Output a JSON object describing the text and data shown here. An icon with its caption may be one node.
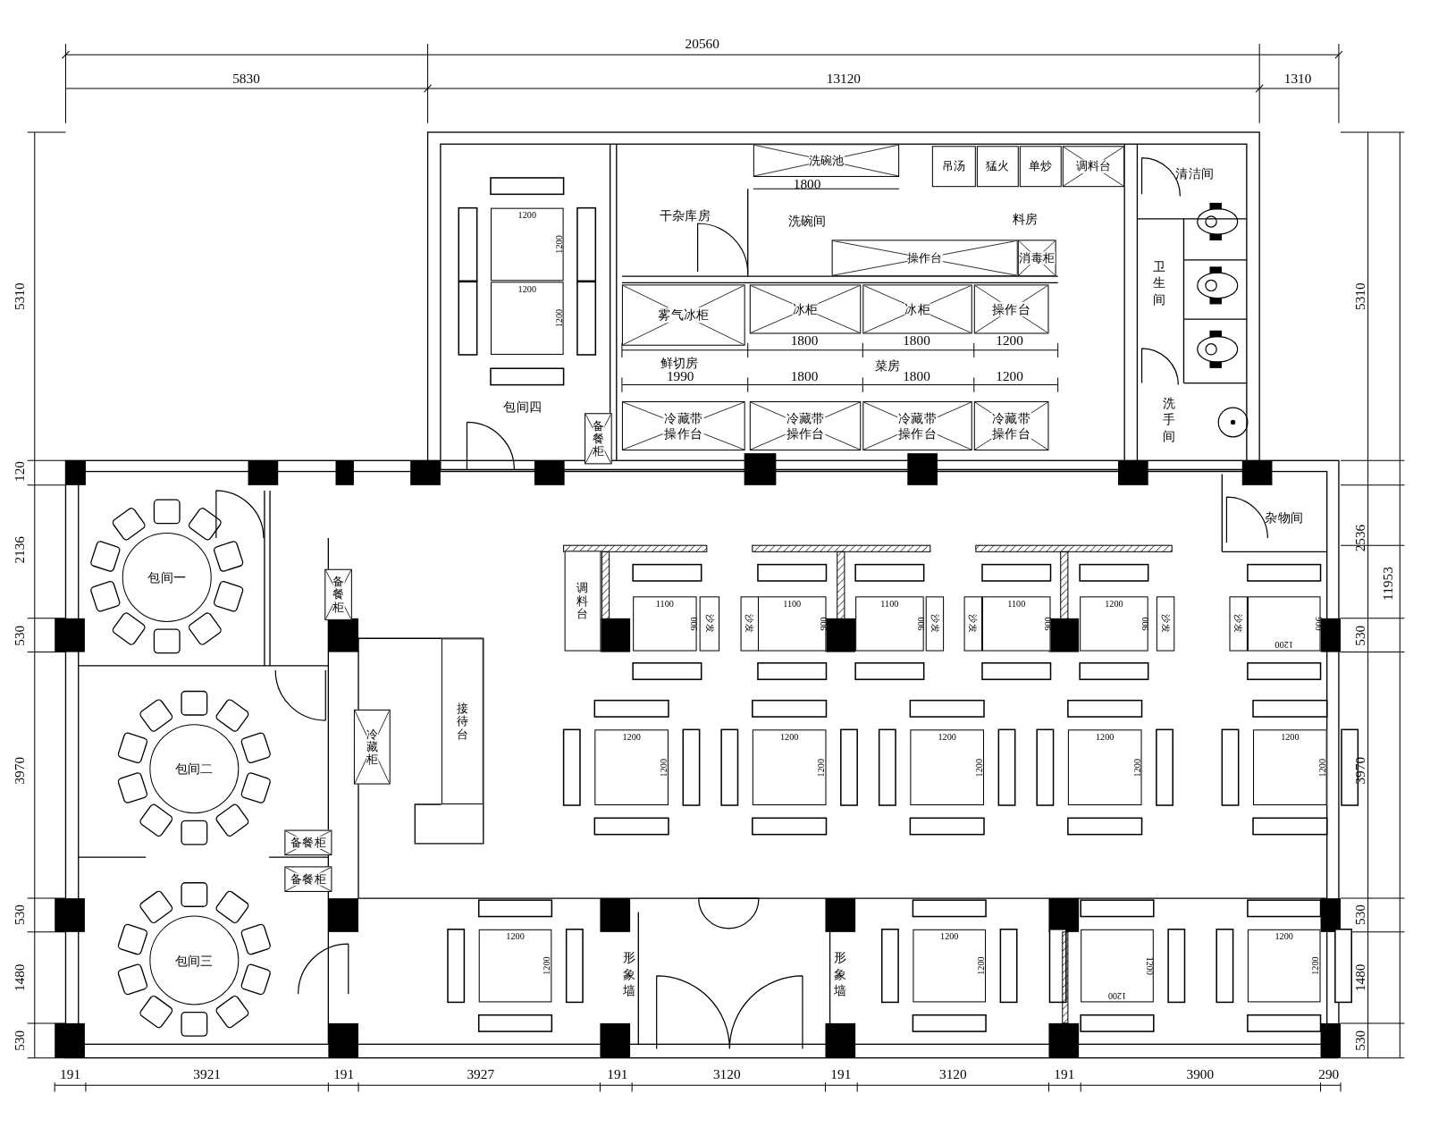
{
  "diagram": {
    "nodes": [
      {
        "text": [
          "洗碗池"
        ]
      },
      {
        "text": [
          "吊汤"
        ]
      },
      {
        "text": [
          "猛火"
        ]
      },
      {
        "text": [
          "单炒"
        ]
      },
      {
        "text": [
          "调料台"
        ]
      },
      {
        "text": [
          "操作台"
        ]
      },
      {
        "text": [
          "消毒柜"
        ]
      },
      {
        "text": [
          "雾气冰柜"
        ]
      },
      {
        "text": [
          "冰柜"
        ]
      },
      {
        "text": [
          "冰柜"
        ]
      },
      {
        "text": [
          "操作台"
        ]
      },
      {
        "text": [
          "冷藏带操作台"
        ]
      },
      {
        "text": [
          "冷藏带操作台"
        ]
      },
      {
        "text": [
          "冷藏带操作台"
        ]
      },
      {
        "text": [
          "冷藏带操作台"
        ]
      },
      {
        "text": [
          "备餐柜"
        ]
      },
      {
        "text": [
          "调料台"
        ]
      },
      {
        "text": [
          "备餐柜"
        ]
      },
      {
        "text": [
          "冷藏柜"
        ]
      },
      {
        "text": [
          "接待台"
        ]
      },
      {
        "text": [
          "备餐柜"
        ]
      },
      {
        "text": [
          "备餐柜"
        ]
      },
      {
        "text": [
          "包间一"
        ]
      },
      {
        "text": [
          "包间二"
        ]
      },
      {
        "text": [
          "包间三"
        ]
      },
      {
        "text": [
          "1200",
          "1200"
        ]
      },
      {
        "text": [
          "1200",
          "1200"
        ]
      },
      {
        "text": [
          "1100",
          "900"
        ]
      },
      {
        "text": [
          "1100",
          "900"
        ]
      },
      {
        "text": [
          "1100",
          "900"
        ]
      },
      {
        "text": [
          "1100",
          "900"
        ]
      },
      {
        "text": [
          "1200",
          "900"
        ]
      },
      {
        "text": [
          "1200",
          "900"
        ]
      },
      {
        "text": [
          "1200",
          "1200"
        ]
      },
      {
        "text": [
          "1200",
          "1200"
        ]
      },
      {
        "text": [
          "1200",
          "1200"
        ]
      },
      {
        "text": [
          "1200",
          "1200"
        ]
      },
      {
        "text": [
          "1200",
          "1200"
        ]
      },
      {
        "text": [
          "1200",
          "1200"
        ]
      },
      {
        "text": [
          "1200",
          "1200"
        ]
      },
      {
        "text": [
          "1200",
          "1200"
        ]
      },
      {
        "text": [
          "1200",
          "1200"
        ]
      },
      {
        "text": [
          "沙发"
        ]
      },
      {
        "text": [
          "沙发"
        ]
      },
      {
        "text": [
          "沙发"
        ]
      },
      {
        "text": [
          "沙发"
        ]
      },
      {
        "text": [
          "沙发"
        ]
      },
      {
        "text": [
          "沙发"
        ]
      }
    ],
    "labels": [
      "20560",
      "5830",
      "13120",
      "1310",
      "清洁间",
      "1800",
      "干杂库房",
      "洗碗间",
      "料房",
      "卫生间",
      "1800",
      "1800",
      "1200",
      "鲜切房",
      "菜房",
      "1990",
      "1800",
      "1800",
      "1200",
      "包间四",
      "洗手间",
      "杂物间",
      "形象墙",
      "形象墙",
      "5310",
      "120",
      "2136",
      "530",
      "3970",
      "530",
      "1480",
      "530",
      "5310",
      "2536",
      "530",
      "3970",
      "530",
      "1480",
      "530",
      "11953",
      "191",
      "3921",
      "191",
      "3927",
      "191",
      "3120",
      "191",
      "3120",
      "191",
      "3900",
      "290"
    ]
  }
}
